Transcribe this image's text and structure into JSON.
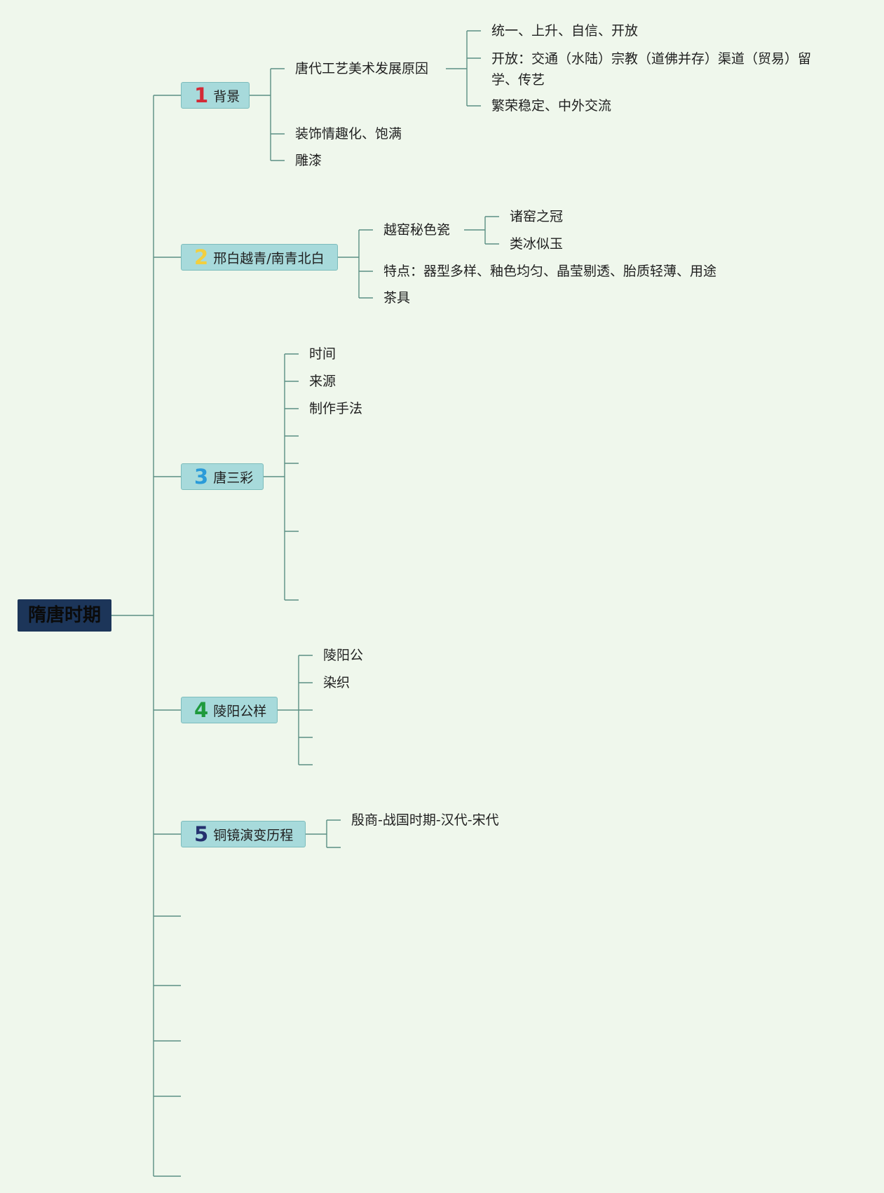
{
  "root": {
    "label": "隋唐时期"
  },
  "branches": [
    {
      "num": "1",
      "num_color": "#d32a36",
      "label": "背景",
      "children": [
        {
          "label": "唐代工艺美术发展原因",
          "children": [
            {
              "label": "统一、上升、自信、开放"
            },
            {
              "label": "开放：交通（水陆）宗教（道佛并存）渠道（贸易）留学、传艺"
            },
            {
              "label": "繁荣稳定、中外交流"
            }
          ]
        },
        {
          "label": "装饰情趣化、饱满"
        },
        {
          "label": "雕漆"
        }
      ]
    },
    {
      "num": "2",
      "num_color": "#f2cf3f",
      "label": "邢白越青/南青北白",
      "children": [
        {
          "label": "越窑秘色瓷",
          "children": [
            {
              "label": "诸窑之冠"
            },
            {
              "label": "类冰似玉"
            }
          ]
        },
        {
          "label": "特点：器型多样、釉色均匀、晶莹剔透、胎质轻薄、用途"
        },
        {
          "label": "茶具"
        }
      ]
    },
    {
      "num": "3",
      "num_color": "#2a9bd9",
      "label": "唐三彩",
      "children": [
        {
          "label": "时间"
        },
        {
          "label": "来源"
        },
        {
          "label": "制作手法"
        },
        {
          "label": ""
        },
        {
          "label": ""
        },
        {
          "label": ""
        },
        {
          "label": ""
        }
      ]
    },
    {
      "num": "4",
      "num_color": "#1f9a3d",
      "label": "陵阳公样",
      "children": [
        {
          "label": "陵阳公"
        },
        {
          "label": "染织"
        },
        {
          "label": ""
        },
        {
          "label": ""
        },
        {
          "label": ""
        }
      ]
    },
    {
      "num": "5",
      "num_color": "#24306e",
      "label": "铜镜演变历程",
      "children": [
        {
          "label": "殷商-战国时期-汉代-宋代"
        },
        {
          "label": ""
        }
      ]
    }
  ],
  "empty_branches": 5,
  "colors": {
    "line": "#5b8f83",
    "branch_bg": "#a7dadb",
    "root_bg": "#1c3559",
    "background": "#eff7ec"
  }
}
